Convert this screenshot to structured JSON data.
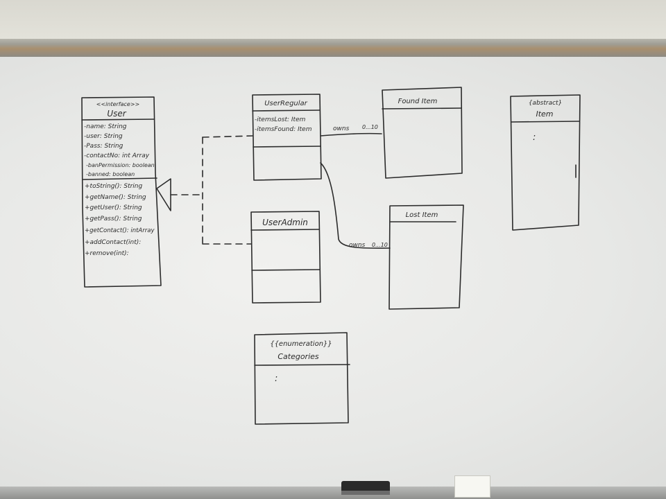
{
  "user": {
    "stereotype": "<<interface>>",
    "name": "User",
    "attributes": [
      "-name: String",
      "-user: String",
      "-Pass: String",
      "-contactNo: int Array",
      "-banPermission: boolean",
      "-banned: boolean"
    ],
    "methods": [
      "+toString(): String",
      "+getName(): String",
      "+getUser(): String",
      "+getPass(): String",
      "+getContact(): intArray",
      "+addContact(int):",
      "+remove(int):"
    ]
  },
  "user_regular": {
    "name": "UserRegular",
    "attributes": [
      "-itemsLost: Item",
      "-itemsFound: Item"
    ]
  },
  "user_admin": {
    "name": "UserAdmin"
  },
  "found_item": {
    "name": "Found Item"
  },
  "lost_item": {
    "name": "Lost Item"
  },
  "item": {
    "stereotype": "{abstract}",
    "name": "Item",
    "ellipsis": ":"
  },
  "categories": {
    "stereotype": "{{enumeration}}",
    "name": "Categories",
    "ellipsis": ":"
  },
  "associations": {
    "found": {
      "label": "owns",
      "multiplicity": "0...10"
    },
    "lost": {
      "label": "owns",
      "multiplicity": "0...10"
    }
  },
  "colors": {
    "ink": "#2b2b2b",
    "board": "#e9eae8"
  }
}
